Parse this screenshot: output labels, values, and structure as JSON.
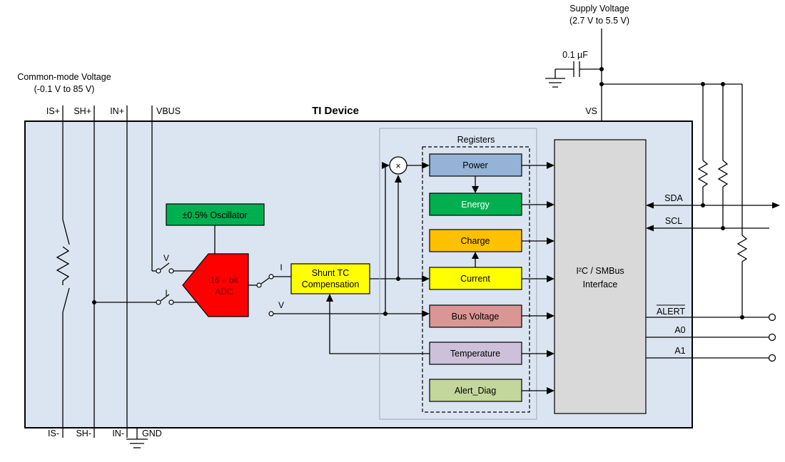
{
  "title": "TI Device",
  "annotations": {
    "supply_voltage": [
      "Supply Voltage",
      "(2.7 V to 5.5 V)"
    ],
    "common_mode": [
      "Common-mode Voltage",
      "(-0.1 V to 85 V)"
    ],
    "cap_label": "0.1 µF",
    "registers_title": "Registers"
  },
  "pins": {
    "top": {
      "is_plus": "IS+",
      "sh_plus": "SH+",
      "in_plus": "IN+",
      "vbus": "VBUS",
      "vs": "VS"
    },
    "bottom": {
      "is_minus": "IS-",
      "sh_minus": "SH-",
      "in_minus": "IN-",
      "gnd": "GND"
    },
    "right": {
      "sda": "SDA",
      "scl": "SCL",
      "alert": "ALERT",
      "a0": "A0",
      "a1": "A1"
    }
  },
  "signals": {
    "v_in": "V",
    "i_in": "I",
    "i_out": "I",
    "v_out": "V",
    "multiply": "×"
  },
  "blocks": {
    "oscillator": {
      "label": "±0.5% Oscillator",
      "fill": "#00B050"
    },
    "adc": {
      "line1": "16 – bit",
      "line2": "ADC",
      "fill": "#FF0000",
      "text_color": "#7F0000"
    },
    "shunt_tc": {
      "line1": "Shunt TC",
      "line2": "Compensation",
      "fill": "#FFFF00"
    },
    "interface": {
      "line1": "I²C / SMBus",
      "line2": "Interface",
      "fill": "#D9D9D9"
    },
    "registers": [
      {
        "label": "Power",
        "fill": "#95B3D7",
        "text_color": "#000000"
      },
      {
        "label": "Energy",
        "fill": "#00B050",
        "text_color": "#FFFFFF"
      },
      {
        "label": "Charge",
        "fill": "#FFC000",
        "text_color": "#000000"
      },
      {
        "label": "Current",
        "fill": "#FFFF00",
        "text_color": "#000000"
      },
      {
        "label": "Bus Voltage",
        "fill": "#D99694",
        "text_color": "#000000"
      },
      {
        "label": "Temperature",
        "fill": "#CCC0DA",
        "text_color": "#000000"
      },
      {
        "label": "Alert_Diag",
        "fill": "#C3D69B",
        "text_color": "#000000"
      }
    ]
  },
  "colors": {
    "device_fill": "#DBE5F1"
  }
}
